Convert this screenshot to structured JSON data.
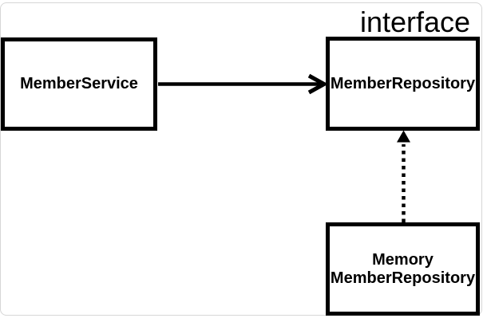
{
  "diagram": {
    "colors": {
      "background": "#ffffff",
      "frame_border": "#d6d6d6",
      "node_border": "#000000",
      "node_fill": "#ffffff",
      "text": "#000000",
      "arrow": "#000000"
    },
    "stereotype": {
      "label": "interface"
    },
    "nodes": {
      "member_service": {
        "label": "MemberService"
      },
      "member_repository": {
        "label": "MemberRepository"
      },
      "memory_member_repository": {
        "label_line1": "Memory",
        "label_line2": "MemberRepository"
      }
    },
    "edges": [
      {
        "from": "MemberService",
        "to": "MemberRepository",
        "line_style": "solid",
        "arrowhead": "open"
      },
      {
        "from": "Memory MemberRepository",
        "to": "MemberRepository",
        "line_style": "dotted",
        "arrowhead": "filled-triangle"
      }
    ]
  }
}
